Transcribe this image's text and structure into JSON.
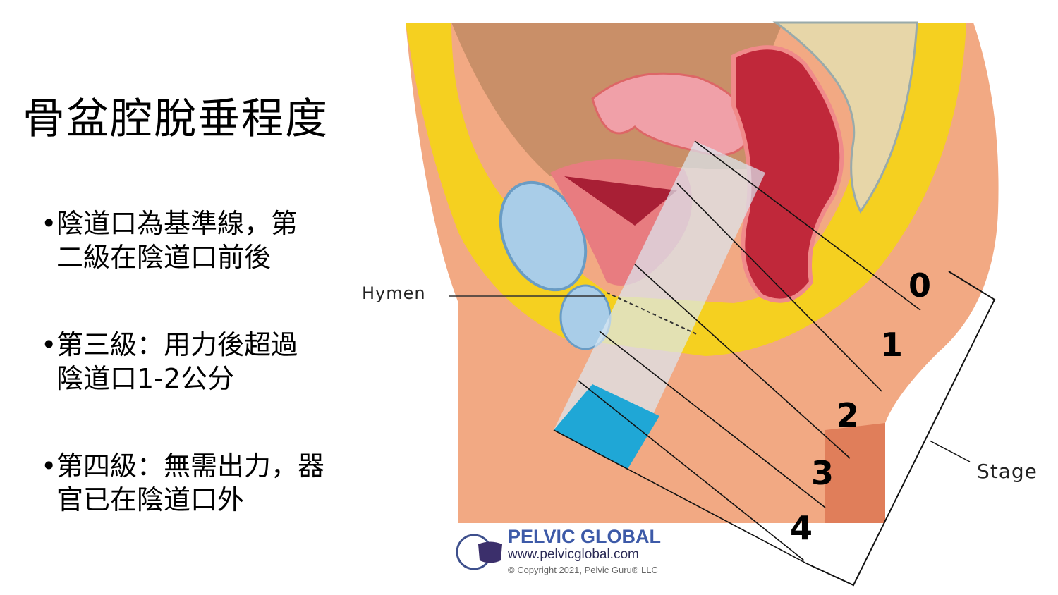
{
  "title": "骨盆腔脫垂程度",
  "bullets": [
    {
      "line1": "陰道口為基準線，第",
      "line2": "二級在陰道口前後"
    },
    {
      "line1": "第三級：用力後超過",
      "line2": "陰道口1-2公分"
    },
    {
      "line1": "第四級：無需出力，器",
      "line2": "官已在陰道口外"
    }
  ],
  "diagram": {
    "hymen_label": "Hymen",
    "stage_label": "Stage",
    "stages": [
      "0",
      "1",
      "2",
      "3",
      "4"
    ]
  },
  "logo": {
    "name": "PELVIC GLOBAL",
    "url": "www.pelvicglobal.com",
    "copyright": "© Copyright 2021, Pelvic Guru® LLC"
  },
  "colors": {
    "skin": "#f2a983",
    "fat": "#f5d020",
    "blue": "#1fa7d6",
    "muscle": "#c0283a"
  }
}
